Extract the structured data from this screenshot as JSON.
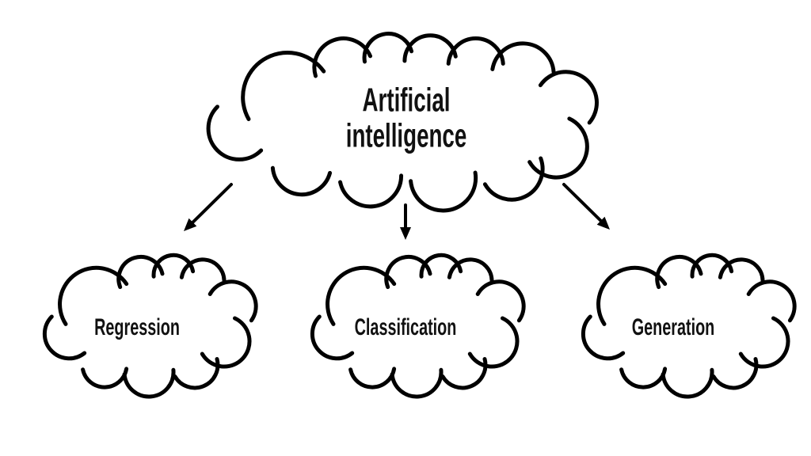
{
  "diagram": {
    "type": "mind-map",
    "root": {
      "shape": "cloud",
      "label": "Artificial intelligence",
      "line1": "Artificial",
      "line2": "intelligence"
    },
    "children": [
      {
        "shape": "cloud",
        "label": "Regression"
      },
      {
        "shape": "cloud",
        "label": "Classification"
      },
      {
        "shape": "cloud",
        "label": "Generation"
      }
    ],
    "connectors": [
      {
        "name": "arrow-to-regression",
        "style": "straight-arrow"
      },
      {
        "name": "arrow-to-classification",
        "style": "straight-arrow"
      },
      {
        "name": "arrow-to-generation",
        "style": "straight-arrow"
      }
    ],
    "colors": {
      "stroke": "#000000",
      "text": "#111111",
      "background": "#ffffff"
    }
  }
}
